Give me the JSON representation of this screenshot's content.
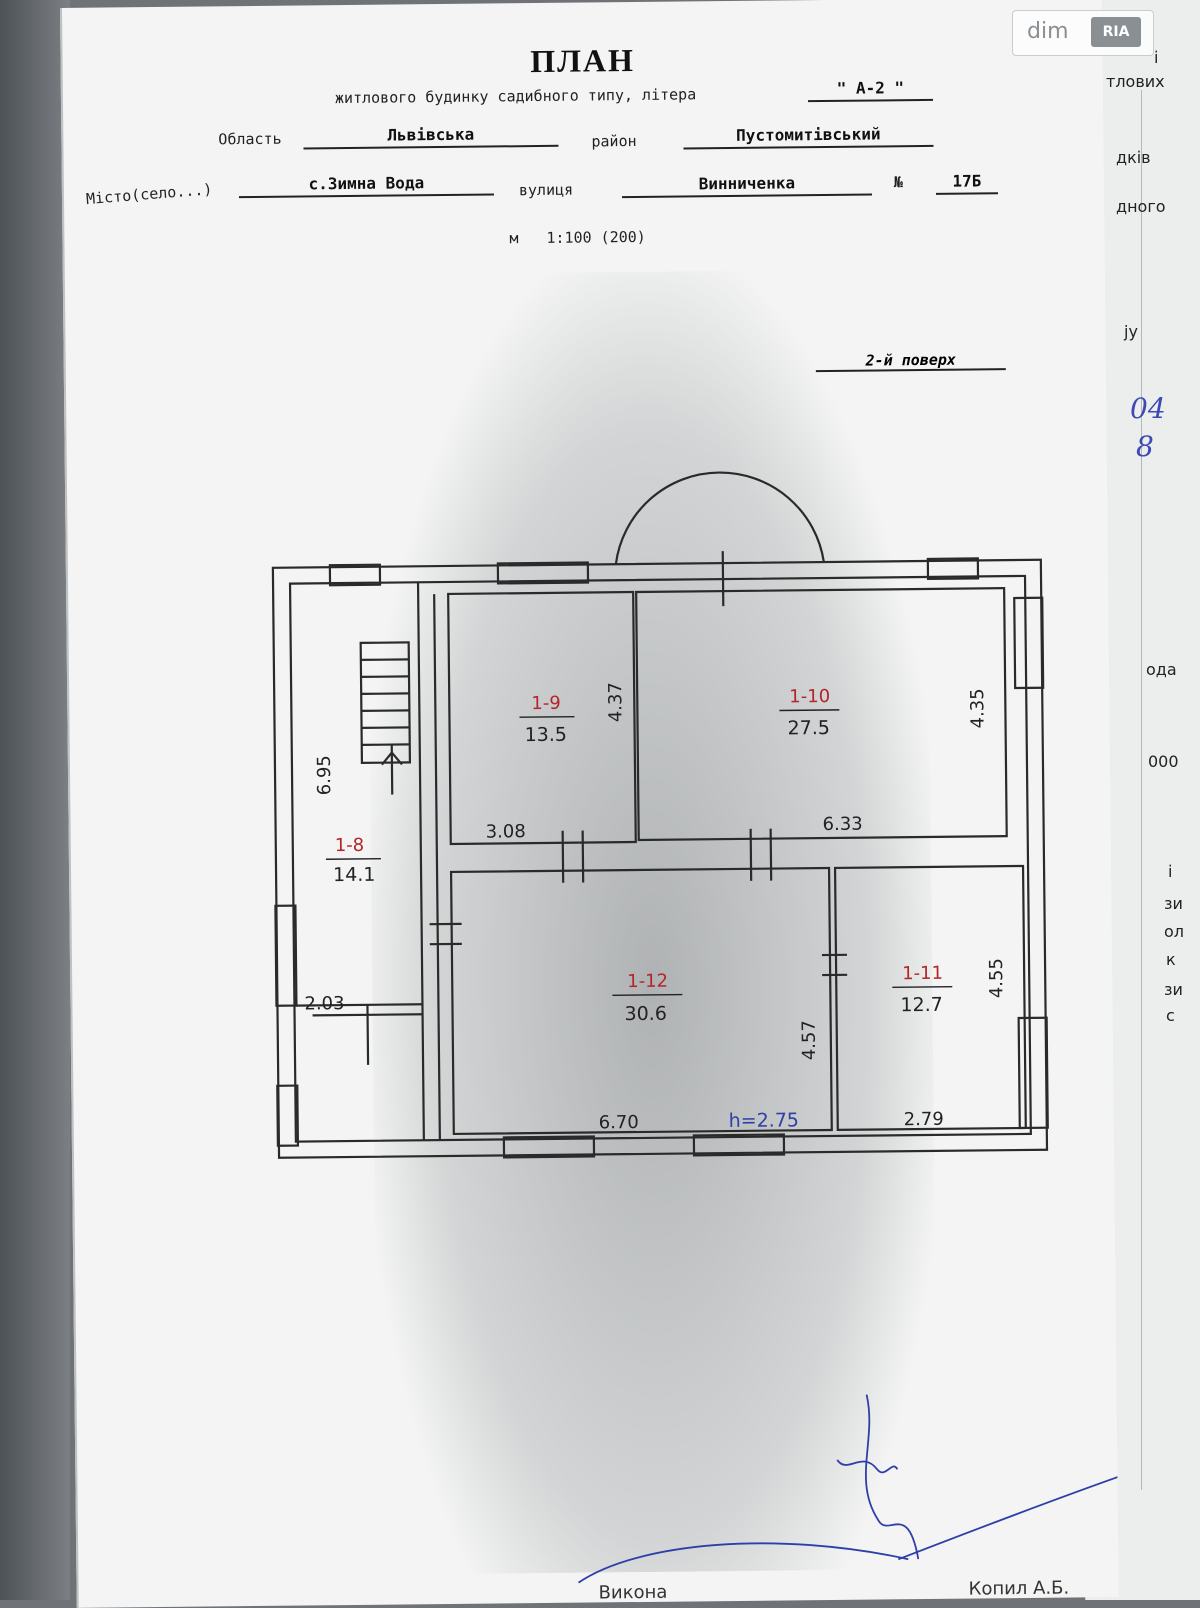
{
  "document": {
    "title": "ПЛАН",
    "subtitle": "житлового будинку садибного типу, літера",
    "litera": "\" А-2 \"",
    "oblast_label": "Область",
    "oblast": "Львівська",
    "raion_label": "район",
    "raion": "Пустомитівський",
    "city_label": "Місто(село...)",
    "city": "с.Зимна Вода",
    "street_label": "вулиця",
    "street": "Винниченка",
    "number_label": "№",
    "number": "17Б",
    "scale_label": "м",
    "scale": "1:100 (200)",
    "floor": "2-й поверх"
  },
  "plan": {
    "rooms": [
      {
        "id": "1-8",
        "area": "14.1"
      },
      {
        "id": "1-9",
        "area": "13.5"
      },
      {
        "id": "1-10",
        "area": "27.5"
      },
      {
        "id": "1-11",
        "area": "12.7"
      },
      {
        "id": "1-12",
        "area": "30.6"
      }
    ],
    "dimensions": [
      "6.95",
      "4.37",
      "4.35",
      "3.08",
      "6.33",
      "4.55",
      "4.57",
      "2.03",
      "6.70",
      "2.79"
    ],
    "height": "h=2.75"
  },
  "side_sheet": {
    "fragments": [
      "і",
      "тлових",
      "дків",
      "дного",
      "ју",
      "ода",
      "000",
      "і",
      "зи",
      "ол",
      "к",
      "зи",
      "с"
    ],
    "handwriting": [
      "04",
      "8"
    ]
  },
  "footer": {
    "executed_by": "Викона",
    "name": "Копил А.Б."
  },
  "watermark": {
    "text": "dim",
    "badge": "RIA"
  }
}
